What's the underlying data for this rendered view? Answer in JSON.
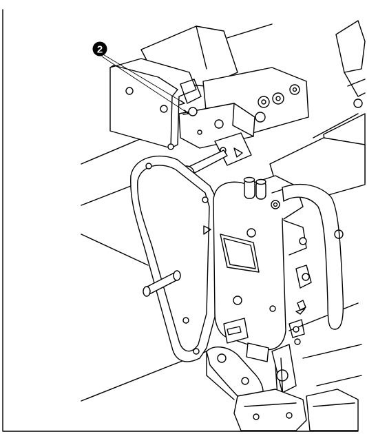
{
  "callouts": [
    {
      "id": "callout-2",
      "label": "2"
    }
  ],
  "markers": [
    {
      "name": "triangle-mark",
      "label": "△"
    }
  ]
}
